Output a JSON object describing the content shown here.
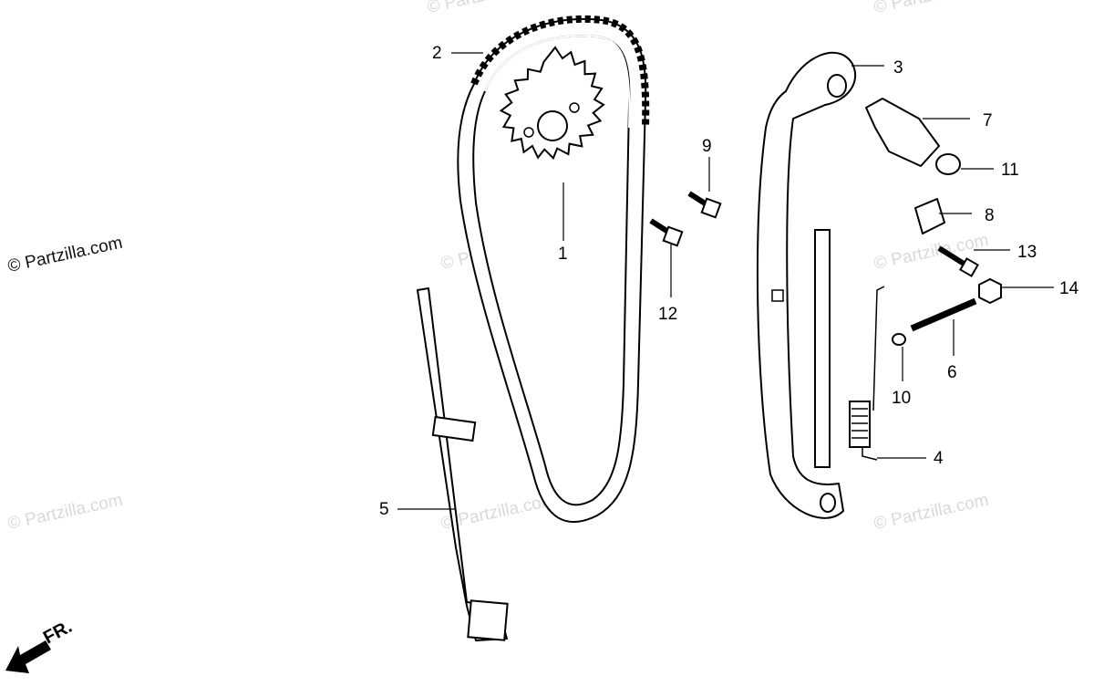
{
  "diagram": {
    "part_labels": {
      "p1": "1",
      "p2": "2",
      "p3": "3",
      "p4": "4",
      "p5": "5",
      "p6": "6",
      "p7": "7",
      "p8": "8",
      "p9": "9",
      "p10": "10",
      "p11": "11",
      "p12": "12",
      "p13": "13",
      "p14": "14"
    },
    "watermark_main": "© Partzilla.com",
    "watermark_faded": "© Partzilla.com",
    "direction_label": "FR."
  }
}
